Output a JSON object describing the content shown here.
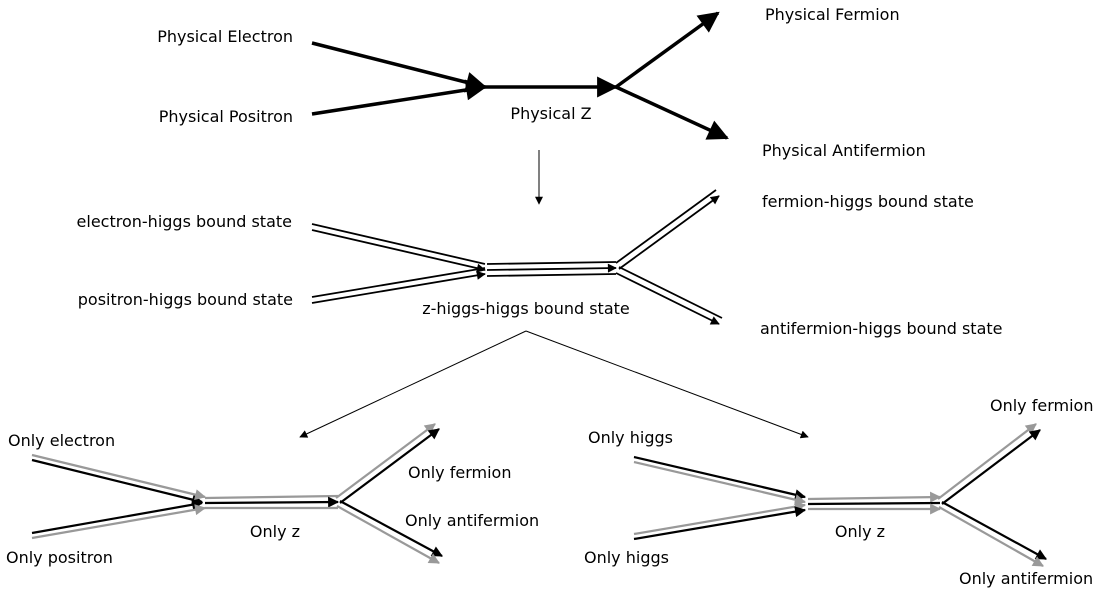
{
  "colors": {
    "primary": "#000000",
    "secondary": "#999999",
    "background": "#ffffff"
  },
  "diagram_1": {
    "in_top": "Physical Electron",
    "in_bottom": "Physical Positron",
    "mediator": "Physical Z",
    "out_top": "Physical Fermion",
    "out_bottom": "Physical Antifermion"
  },
  "diagram_2": {
    "in_top": "electron-higgs bound state",
    "in_bottom": "positron-higgs bound state",
    "mediator": "z-higgs-higgs bound state",
    "out_top": "fermion-higgs bound state",
    "out_bottom": "antifermion-higgs bound state"
  },
  "diagram_3": {
    "in_top": "Only electron",
    "in_bottom": "Only positron",
    "mediator": "Only z",
    "out_top": "Only fermion",
    "out_bottom": "Only antifermion"
  },
  "diagram_4": {
    "in_top": "Only higgs",
    "in_bottom": "Only higgs",
    "mediator": "Only z",
    "out_top": "Only fermion",
    "out_bottom": "Only antifermion"
  }
}
